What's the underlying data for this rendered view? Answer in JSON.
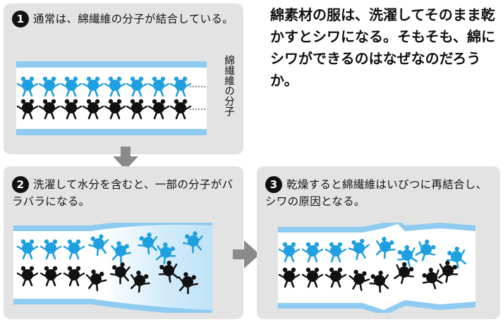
{
  "intro": {
    "text": "綿素材の服は、洗濯してそのまま乾かすとシワになる。そもそも、綿にシワができるのはなぜなのだろうか。"
  },
  "steps": [
    {
      "number": "1",
      "text": "通常は、綿繊維の分子が結合している。"
    },
    {
      "number": "2",
      "text": "洗濯して水分を含むと、一部の分子がバラバラになる。"
    },
    {
      "number": "3",
      "text": "乾燥すると綿繊維はいびつに再結合し、シワの原因となる。"
    }
  ],
  "labels": {
    "fiber_molecule": "綿繊維の分子"
  },
  "colors": {
    "panel": "#e3e3e3",
    "band": "#8ecbf0",
    "molecule_blue": "#1e9fe0",
    "molecule_black": "#111111"
  }
}
